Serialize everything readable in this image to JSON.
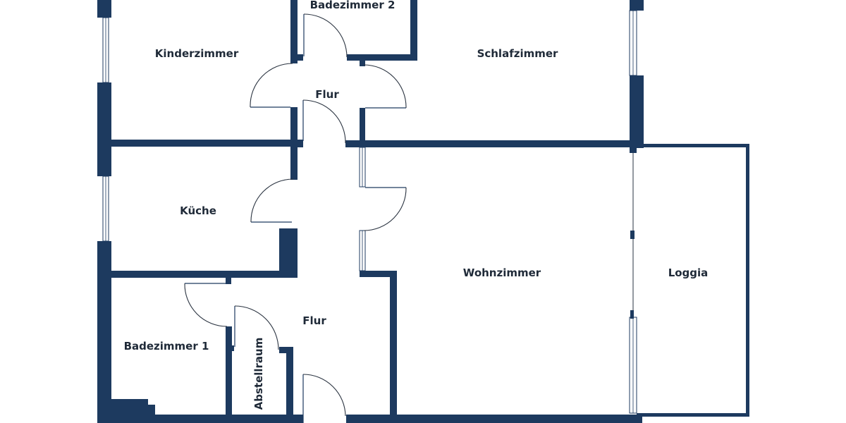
{
  "colors": {
    "wall": "#1d3a5f",
    "background": "#ffffff",
    "label": "#1f2a38"
  },
  "rooms": [
    {
      "id": "kinderzimmer",
      "label": "Kinderzimmer"
    },
    {
      "id": "badezimmer2",
      "label": "Badezimmer 2"
    },
    {
      "id": "schlafzimmer",
      "label": "Schlafzimmer"
    },
    {
      "id": "flur-upper",
      "label": "Flur"
    },
    {
      "id": "kueche",
      "label": "Küche"
    },
    {
      "id": "wohnzimmer",
      "label": "Wohnzimmer"
    },
    {
      "id": "loggia",
      "label": "Loggia"
    },
    {
      "id": "flur-lower",
      "label": "Flur"
    },
    {
      "id": "badezimmer1",
      "label": "Badezimmer 1"
    },
    {
      "id": "abstellraum",
      "label": "Abstellraum"
    }
  ]
}
